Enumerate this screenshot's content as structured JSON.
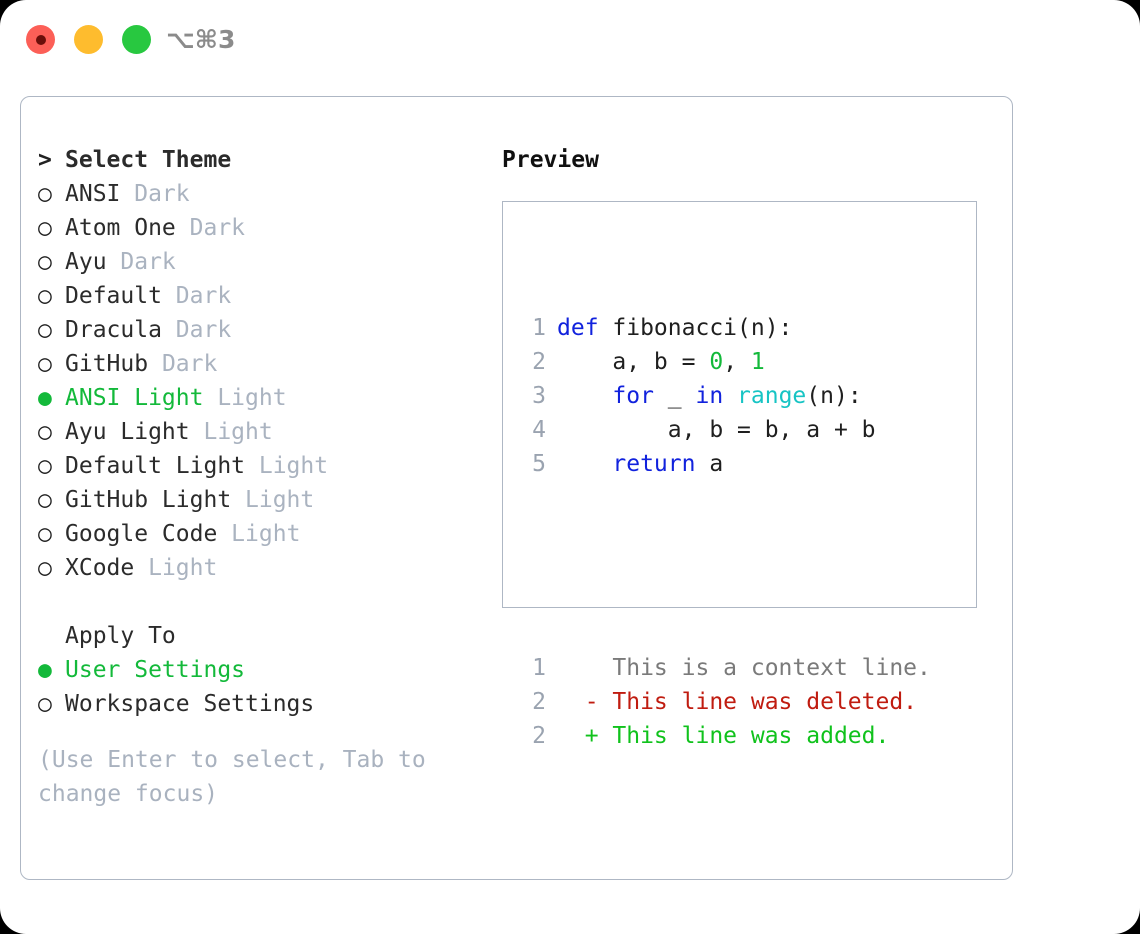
{
  "window": {
    "shortcut": "⌥⌘3",
    "traffic_lights": [
      "close-red",
      "minimize-yellow",
      "maximize-green"
    ]
  },
  "theme_list": {
    "header_marker": ">",
    "header": "Select Theme",
    "items": [
      {
        "marker": "○",
        "label": "ANSI",
        "variant": "Dark",
        "selected": false
      },
      {
        "marker": "○",
        "label": "Atom One",
        "variant": "Dark",
        "selected": false
      },
      {
        "marker": "○",
        "label": "Ayu",
        "variant": "Dark",
        "selected": false
      },
      {
        "marker": "○",
        "label": "Default",
        "variant": "Dark",
        "selected": false
      },
      {
        "marker": "○",
        "label": "Dracula",
        "variant": "Dark",
        "selected": false
      },
      {
        "marker": "○",
        "label": "GitHub",
        "variant": "Dark",
        "selected": false
      },
      {
        "marker": "●",
        "label": "ANSI Light",
        "variant": "Light",
        "selected": true
      },
      {
        "marker": "○",
        "label": "Ayu Light",
        "variant": "Light",
        "selected": false
      },
      {
        "marker": "○",
        "label": "Default Light",
        "variant": "Light",
        "selected": false
      },
      {
        "marker": "○",
        "label": "GitHub Light",
        "variant": "Light",
        "selected": false
      },
      {
        "marker": "○",
        "label": "Google Code",
        "variant": "Light",
        "selected": false
      },
      {
        "marker": "○",
        "label": "XCode",
        "variant": "Light",
        "selected": false
      }
    ]
  },
  "apply_to": {
    "header": "Apply To",
    "items": [
      {
        "marker": "●",
        "label": "User Settings",
        "selected": true
      },
      {
        "marker": "○",
        "label": "Workspace Settings",
        "selected": false
      }
    ]
  },
  "hint": "(Use Enter to select, Tab to change focus)",
  "preview": {
    "title": "Preview",
    "code_lines": [
      {
        "num": "1",
        "tokens": [
          {
            "t": "def ",
            "c": "kw"
          },
          {
            "t": "fibonacci(n):",
            "c": "txt"
          }
        ]
      },
      {
        "num": "2",
        "tokens": [
          {
            "t": "    a, b = ",
            "c": "txt"
          },
          {
            "t": "0",
            "c": "num"
          },
          {
            "t": ", ",
            "c": "txt"
          },
          {
            "t": "1",
            "c": "num"
          }
        ]
      },
      {
        "num": "3",
        "tokens": [
          {
            "t": "    ",
            "c": "txt"
          },
          {
            "t": "for",
            "c": "kw"
          },
          {
            "t": " _ ",
            "c": "txt"
          },
          {
            "t": "in",
            "c": "kw"
          },
          {
            "t": " ",
            "c": "txt"
          },
          {
            "t": "range",
            "c": "fn"
          },
          {
            "t": "(n):",
            "c": "txt"
          }
        ]
      },
      {
        "num": "4",
        "tokens": [
          {
            "t": "        a, b = b, a + b",
            "c": "txt"
          }
        ]
      },
      {
        "num": "5",
        "tokens": [
          {
            "t": "    ",
            "c": "txt"
          },
          {
            "t": "return",
            "c": "kw"
          },
          {
            "t": " a",
            "c": "txt"
          }
        ]
      }
    ],
    "diff_lines": [
      {
        "num": "1",
        "prefix": "  ",
        "text": "This is a context line.",
        "kind": "ctx"
      },
      {
        "num": "2",
        "prefix": "- ",
        "text": "This line was deleted.",
        "kind": "del"
      },
      {
        "num": "2",
        "prefix": "+ ",
        "text": "This line was added.",
        "kind": "add"
      }
    ]
  },
  "colors": {
    "accent_green": "#13b93a",
    "keyword_blue": "#1122dd",
    "function_cyan": "#17c4c4",
    "number_green": "#13b93a",
    "diff_deleted": "#c01c10",
    "diff_added": "#10c21c",
    "muted": "#aab3c0",
    "border": "#aeb7c4"
  }
}
